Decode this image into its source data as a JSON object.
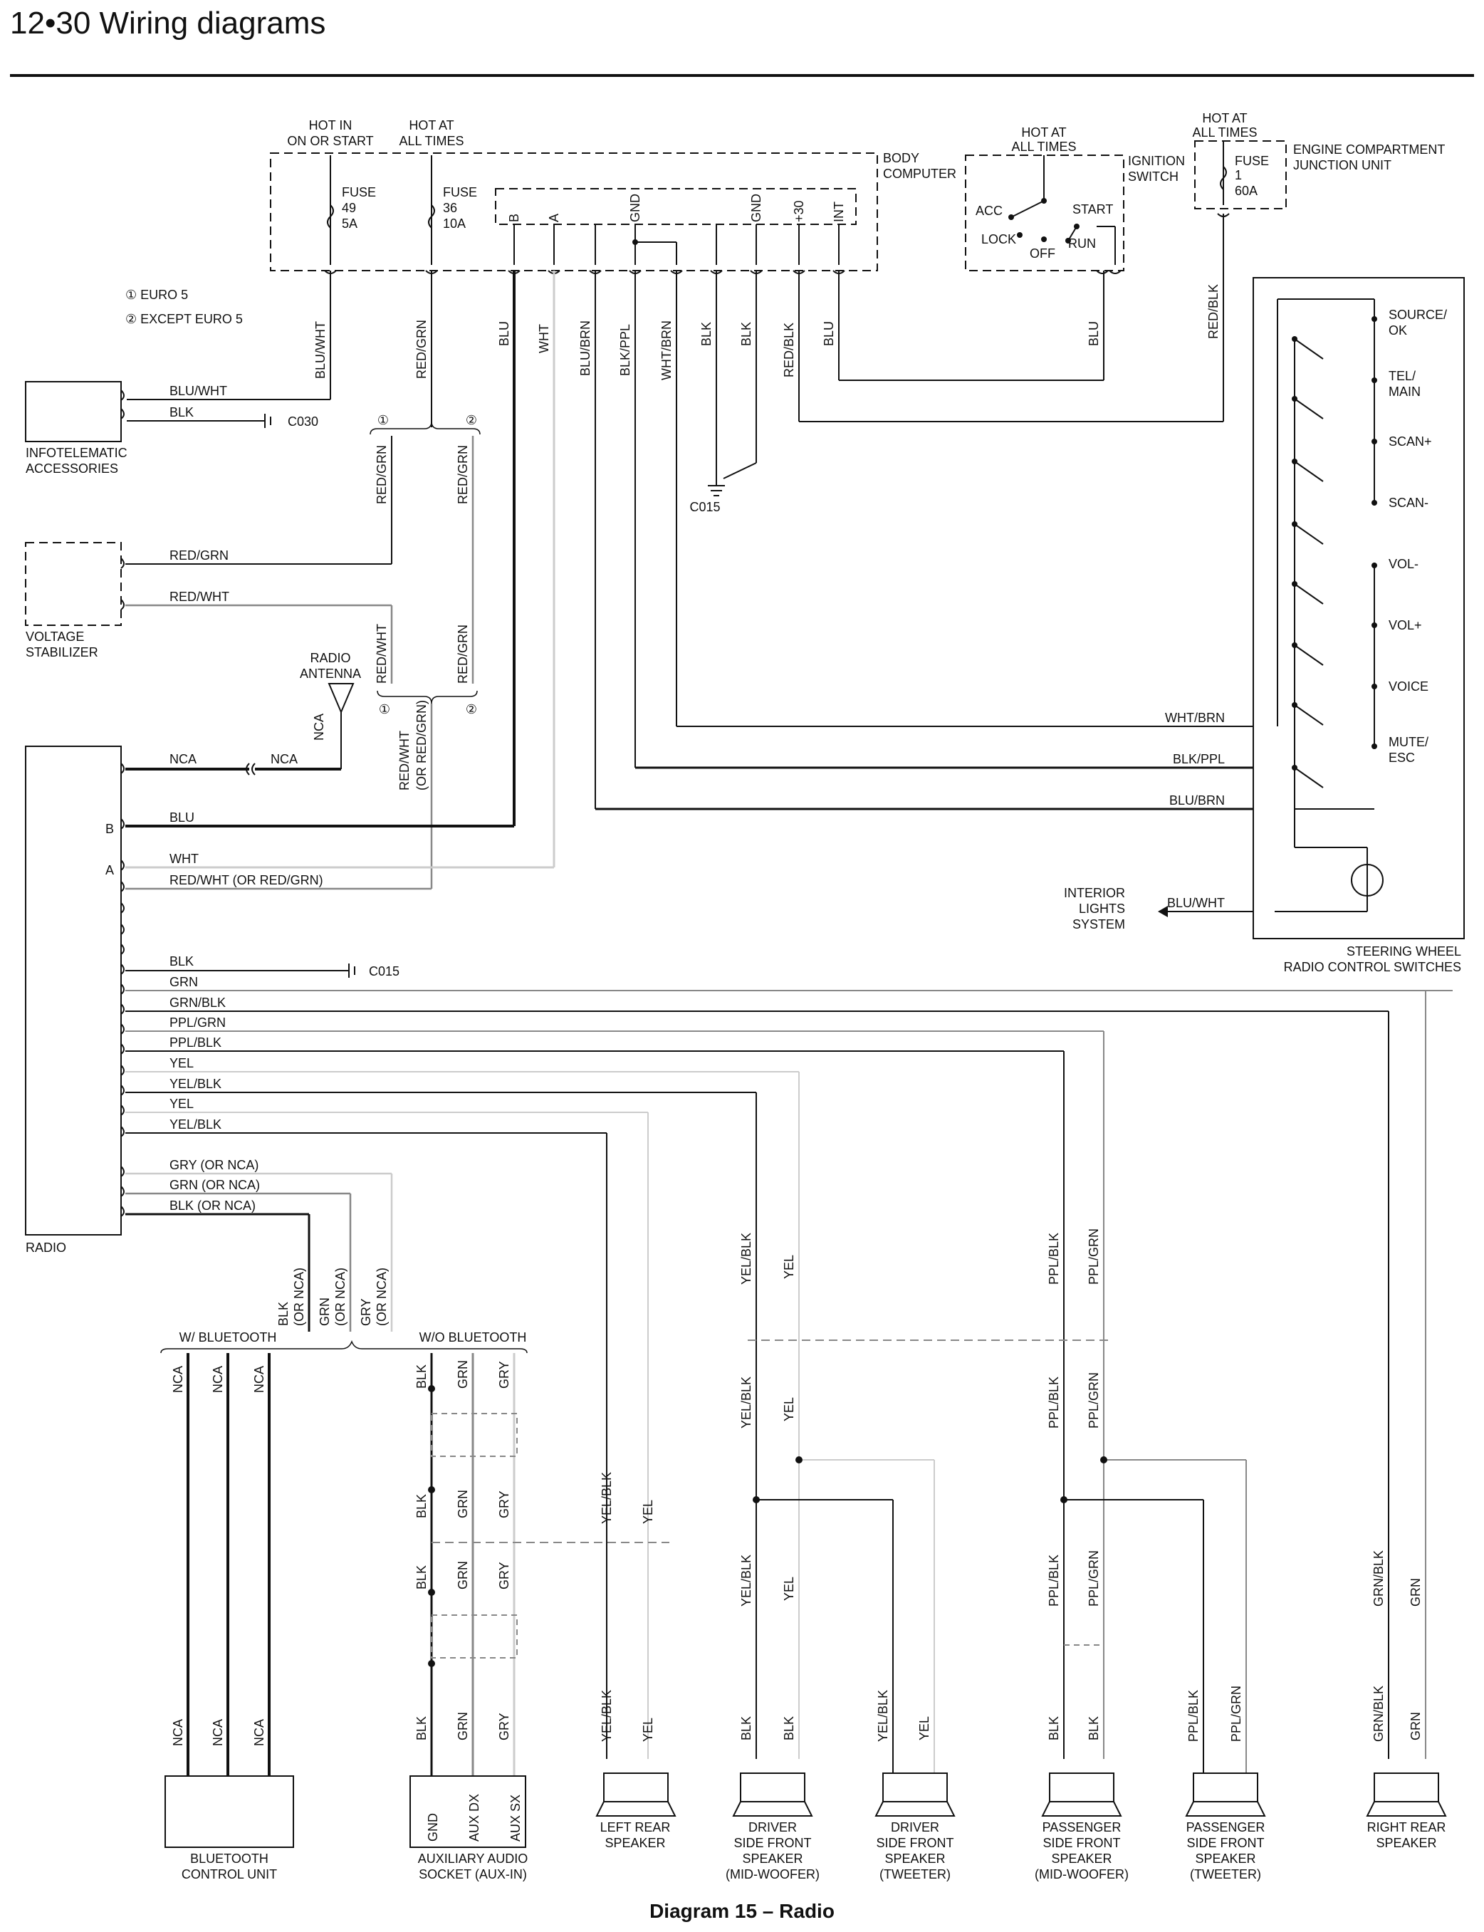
{
  "header": {
    "title": "12•30  Wiring diagrams"
  },
  "caption": "Diagram 15 – Radio",
  "legend": {
    "note1": "① EURO 5",
    "note2": "② EXCEPT EURO 5"
  },
  "body_computer": {
    "label": [
      "BODY",
      "COMPUTER"
    ],
    "hot_in_start": [
      "HOT IN",
      "ON OR START"
    ],
    "hot_at_all_times": [
      "HOT AT",
      "ALL TIMES"
    ],
    "fuse49": [
      "FUSE",
      "49",
      "5A"
    ],
    "fuse36": [
      "FUSE",
      "36",
      "10A"
    ],
    "pins": [
      "B",
      "A",
      "GND",
      "GND",
      "+30",
      "INT"
    ]
  },
  "ignition_switch": {
    "label": [
      "IGNITION",
      "SWITCH"
    ],
    "hot": [
      "HOT AT",
      "ALL TIMES"
    ],
    "positions": [
      "ACC",
      "START",
      "LOCK",
      "OFF",
      "RUN"
    ]
  },
  "junction_unit": {
    "label": [
      "ENGINE COMPARTMENT",
      "JUNCTION UNIT"
    ],
    "hot": [
      "HOT AT",
      "ALL TIMES"
    ],
    "fuse1": [
      "FUSE",
      "1",
      "60A"
    ]
  },
  "components": {
    "infotelematic": [
      "INFOTELEMATIC",
      "ACCESSORIES"
    ],
    "voltage_stabilizer": [
      "VOLTAGE",
      "STABILIZER"
    ],
    "radio_antenna": [
      "RADIO",
      "ANTENNA"
    ],
    "radio": "RADIO",
    "steering_switches": [
      "STEERING WHEEL",
      "RADIO CONTROL SWITCHES"
    ],
    "interior_lights": [
      "INTERIOR",
      "LIGHTS",
      "SYSTEM"
    ],
    "bluetooth_unit": [
      "BLUETOOTH",
      "CONTROL UNIT"
    ],
    "aux_socket": [
      "AUXILIARY AUDIO",
      "SOCKET (AUX-IN)"
    ],
    "aux_pins": [
      "GND",
      "AUX DX",
      "AUX SX"
    ],
    "left_rear_speaker": [
      "LEFT REAR",
      "SPEAKER"
    ],
    "driver_mid": [
      "DRIVER",
      "SIDE FRONT",
      "SPEAKER",
      "(MID-WOOFER)"
    ],
    "driver_tweeter": [
      "DRIVER",
      "SIDE FRONT",
      "SPEAKER",
      "(TWEETER)"
    ],
    "passenger_mid": [
      "PASSENGER",
      "SIDE FRONT",
      "SPEAKER",
      "(MID-WOOFER)"
    ],
    "passenger_tweeter": [
      "PASSENGER",
      "SIDE FRONT",
      "SPEAKER",
      "(TWEETER)"
    ],
    "right_rear_speaker": [
      "RIGHT REAR",
      "SPEAKER"
    ],
    "w_bluetooth": "W/ BLUETOOTH",
    "wo_bluetooth": "W/O BLUETOOTH"
  },
  "switch_labels": [
    "SOURCE/",
    "OK",
    "TEL/",
    "MAIN",
    "SCAN+",
    "SCAN-",
    "VOL-",
    "VOL+",
    "VOICE",
    "MUTE/",
    "ESC"
  ],
  "grounds": {
    "c030": "C030",
    "c015": "C015"
  },
  "wires": {
    "blu_wht": "BLU/WHT",
    "blk": "BLK",
    "red_grn": "RED/GRN",
    "red_wht": "RED/WHT",
    "blu": "BLU",
    "wht": "WHT",
    "blu_brn": "BLU/BRN",
    "blk_ppl": "BLK/PPL",
    "wht_brn": "WHT/BRN",
    "red_blk": "RED/BLK",
    "nca": "NCA",
    "grn": "GRN",
    "grn_blk": "GRN/BLK",
    "ppl_grn": "PPL/GRN",
    "ppl_blk": "PPL/BLK",
    "yel": "YEL",
    "yel_blk": "YEL/BLK",
    "gry": "GRY",
    "or_nca": "(OR NCA)",
    "or_red_grn": "(OR RED/GRN)",
    "gry_or_nca": "GRY   (OR NCA)",
    "grn_or_nca": "GRN   (OR NCA)",
    "blk_or_nca": "BLK   (OR NCA)",
    "red_wht_or": "RED/WHT     (OR RED/GRN)",
    "pin_b": "B",
    "pin_a": "A"
  }
}
